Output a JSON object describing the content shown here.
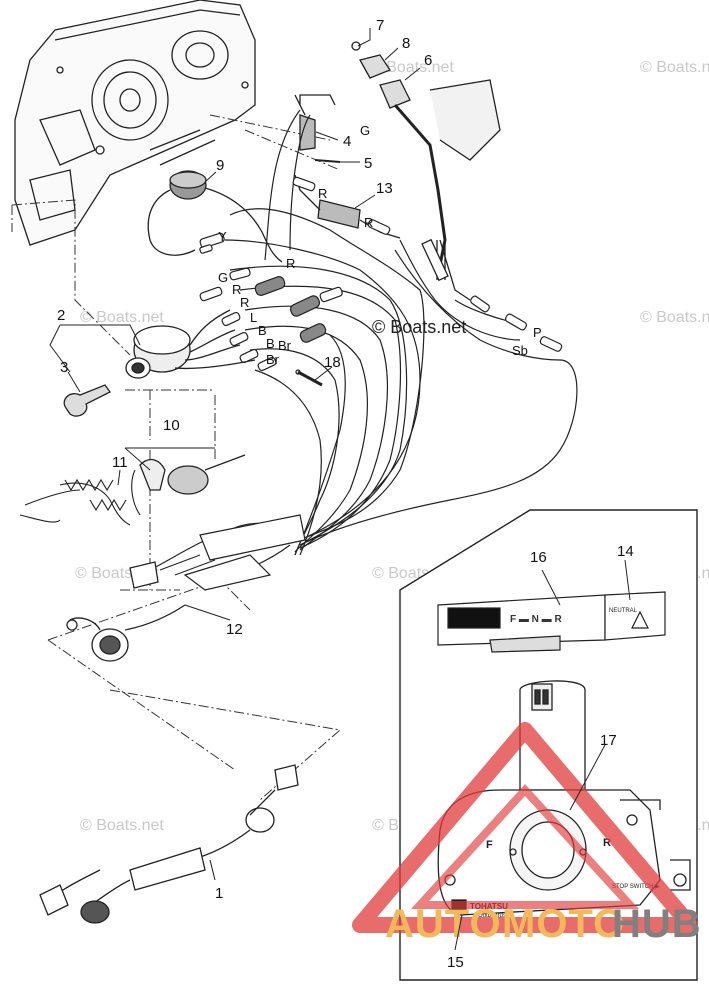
{
  "parts": {
    "p1": "1",
    "p2": "2",
    "p3": "3",
    "p4": "4",
    "p5": "5",
    "p6": "6",
    "p7": "7",
    "p8": "8",
    "p9": "9",
    "p10": "10",
    "p11": "11",
    "p12": "12",
    "p13": "13",
    "p14": "14",
    "p15": "15",
    "p16": "16",
    "p17": "17",
    "p18": "18"
  },
  "wire_codes": {
    "g_top": "G",
    "r_top": "R",
    "r_mid": "R",
    "y": "Y",
    "g_left": "G",
    "r_left1": "R",
    "r_left2": "R",
    "r_right": "R",
    "l": "L",
    "b1": "B",
    "b2": "B",
    "br1": "Br",
    "br2": "Br",
    "p": "P",
    "sb": "Sb"
  },
  "watermark": {
    "text": "© Boats.net"
  },
  "control_box": {
    "shift_scale": "F  ▬ N ▬  R",
    "neutral_label": "NEUTRAL",
    "forward_mark": "F",
    "reverse_mark": "R",
    "stop_label": "STOP SWITCH ▶",
    "brand_name": "TOHATSU",
    "brand_sub": "Outboards"
  },
  "logo": {
    "auto": "AUTO",
    "moto": "MOTO",
    "hub": "HUB"
  },
  "colors": {
    "line": "#222222",
    "watermark": "#c9c9c9",
    "logo_red": "#e23b3b",
    "logo_orange": "#f3b85a",
    "logo_gray": "#808080"
  }
}
